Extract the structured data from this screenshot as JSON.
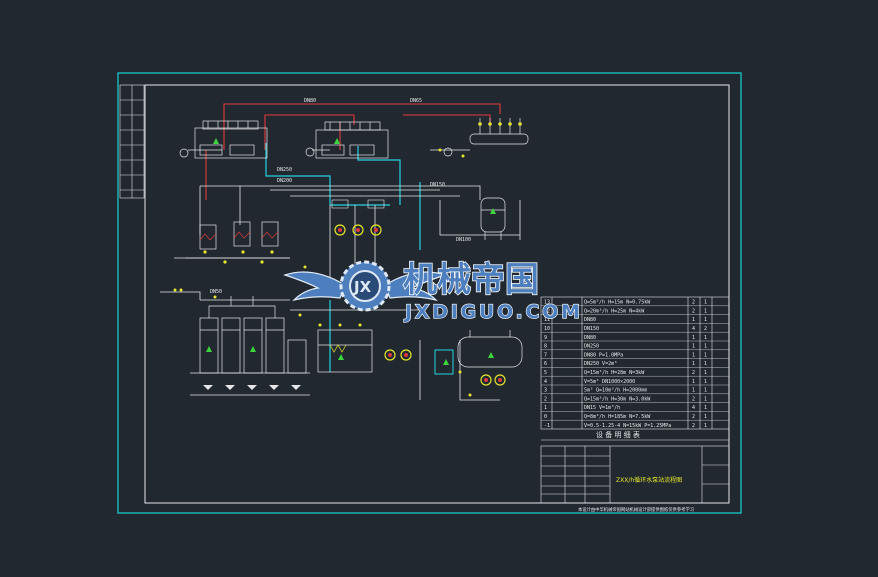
{
  "drawing": {
    "title_block_caption": "设 备 明 细 表",
    "drawing_title": "ZXX/h循环水泵站流程图",
    "footer_note": "本设计由中华机械帝国网站机械设计部提供图纸仅供参考学习"
  },
  "watermark": {
    "logo_letters": "JX",
    "cn_text": "机械帝国",
    "en_text": "JXDIGUO.COM"
  },
  "pipe_labels": [
    "DN250",
    "DN200",
    "DN150",
    "DN100",
    "DN80",
    "DN65",
    "DN50"
  ],
  "equipment_table": {
    "rows": [
      {
        "no": "13",
        "spec": "Q=5m³/h  H=15m  N=0.75kW",
        "qty": "2",
        "unit": "1"
      },
      {
        "no": "12",
        "spec": "Q=20m³/h  H=25m  N=4kW",
        "qty": "2",
        "unit": "1"
      },
      {
        "no": "11",
        "spec": "DN80",
        "qty": "1",
        "unit": "1"
      },
      {
        "no": "10",
        "spec": "DN150",
        "qty": "4",
        "unit": "2"
      },
      {
        "no": "9",
        "spec": "DN80",
        "qty": "1",
        "unit": "1"
      },
      {
        "no": "8",
        "spec": "DN250",
        "qty": "1",
        "unit": "1"
      },
      {
        "no": "7",
        "spec": "DN80  P=1.0MPa",
        "qty": "1",
        "unit": "1"
      },
      {
        "no": "6",
        "spec": "DN250  V=2m³",
        "qty": "1",
        "unit": "1"
      },
      {
        "no": "5",
        "spec": "Q=15m³/h  H=28m  N=3kW",
        "qty": "2",
        "unit": "1"
      },
      {
        "no": "4",
        "spec": "V=5m³  DN1000×2000",
        "qty": "1",
        "unit": "1"
      },
      {
        "no": "3",
        "spec": "5m³  Q=10m³/h  H=2000mm",
        "qty": "1",
        "unit": "1"
      },
      {
        "no": "2",
        "spec": "Q=15m³/h  H=30m  N=3.0kW",
        "qty": "2",
        "unit": "1"
      },
      {
        "no": "1",
        "spec": "DN15  V=1m³/h",
        "qty": "4",
        "unit": "1"
      },
      {
        "no": "0",
        "spec": "Q=8m³/h  H=185m  N=7.5kW",
        "qty": "2",
        "unit": "1"
      },
      {
        "no": "-1",
        "spec": "V=0.5-1.25-4  N=15kW  P=1.25MPa",
        "qty": "2",
        "unit": "1"
      }
    ]
  },
  "colors": {
    "background": "#212830",
    "sheet_border": "#17c9c9",
    "line_white": "#e6e6e6",
    "pipe_red": "#e23a3a",
    "pipe_cyan": "#25d3e0",
    "equipment_green": "#3cd63c",
    "valve_yellow": "#e6e62a",
    "watermark_blue": "#4d7fbf"
  }
}
